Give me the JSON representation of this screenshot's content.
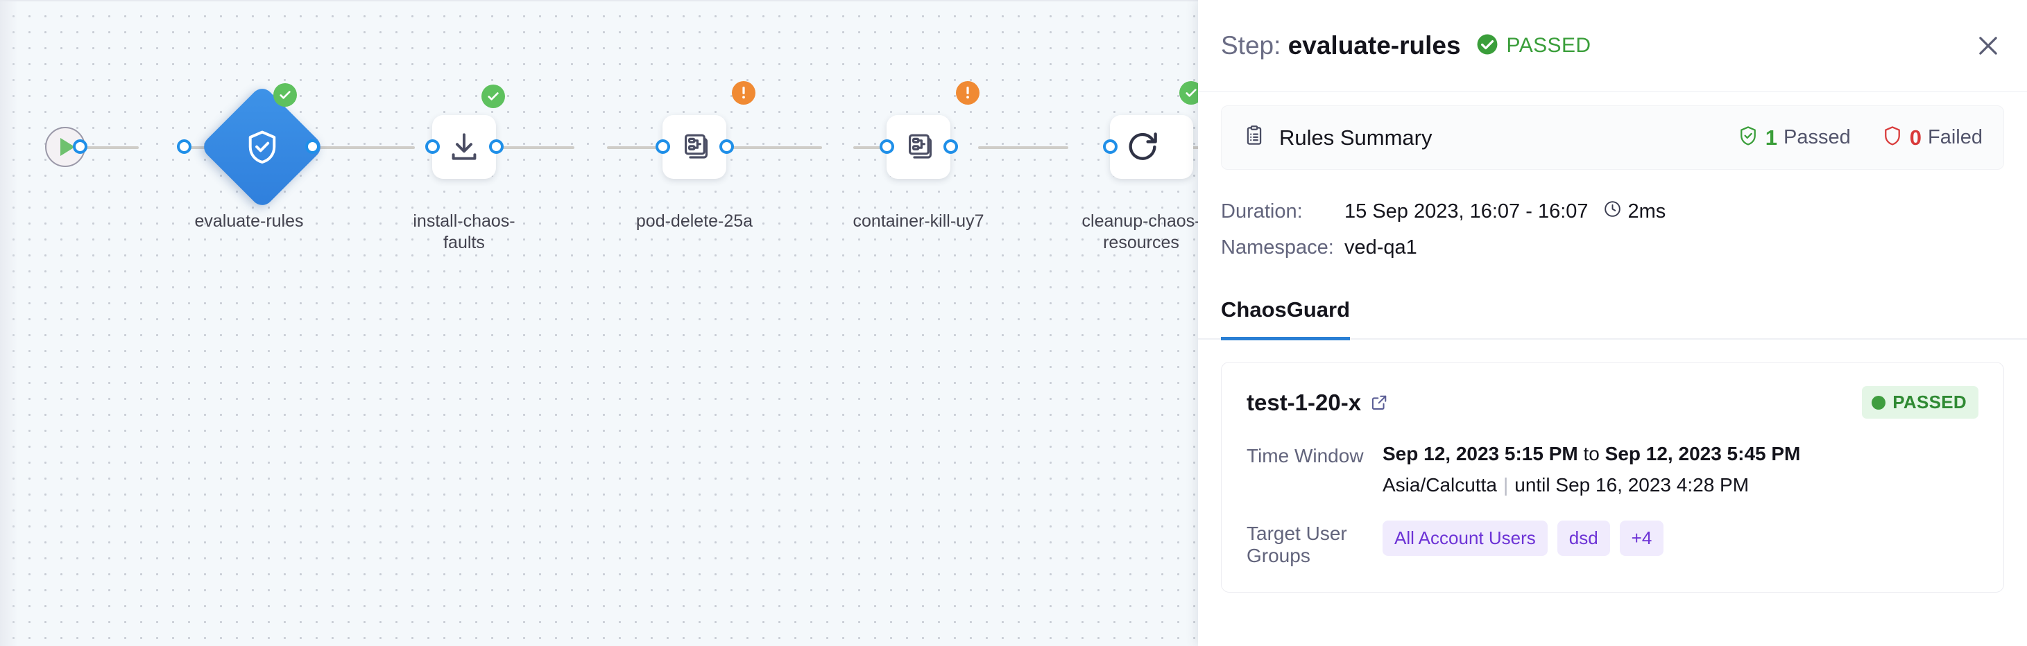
{
  "pipeline": {
    "start_node": {
      "icon": "play-icon"
    },
    "nodes": [
      {
        "label": "evaluate-rules",
        "icon": "shield-check-icon",
        "shape": "diamond",
        "status": "success",
        "badge_icon": "check-circle-icon"
      },
      {
        "label": "install-chaos-\nfaults",
        "icon": "download-icon",
        "shape": "rounded-square",
        "status": "success",
        "badge_icon": "check-circle-icon"
      },
      {
        "label": "pod-delete-25a",
        "icon": "chaos-experiment-icon",
        "shape": "rounded-square",
        "status": "warning",
        "badge_icon": "exclamation-circle-icon"
      },
      {
        "label": "container-kill-uy7",
        "icon": "chaos-experiment-icon",
        "shape": "rounded-square",
        "status": "warning",
        "badge_icon": "exclamation-circle-icon"
      },
      {
        "label": "cleanup-chaos-\nresources",
        "icon": "refresh-icon",
        "shape": "rounded-square",
        "status": "success",
        "badge_icon": "check-circle-icon"
      }
    ]
  },
  "panel": {
    "title_prefix": "Step:",
    "step_name": "evaluate-rules",
    "status_label": "PASSED",
    "status_color": "#3a9e3a",
    "close_label": "Close",
    "rules_summary": {
      "title": "Rules Summary",
      "icon": "clipboard-list-icon",
      "passed_count": "1",
      "passed_label": "Passed",
      "failed_count": "0",
      "failed_label": "Failed"
    },
    "meta": {
      "duration_key": "Duration:",
      "duration_value": "15 Sep 2023, 16:07 - 16:07",
      "duration_elapsed": "2ms",
      "namespace_key": "Namespace:",
      "namespace_value": "ved-qa1"
    },
    "tabs": [
      {
        "label": "ChaosGuard",
        "active": true
      }
    ],
    "test_card": {
      "name": "test-1-20-x",
      "external_link_icon": "external-link-icon",
      "status_label": "PASSED",
      "time_window_key": "Time Window",
      "time_window_start": "Sep 12, 2023 5:15 PM",
      "time_window_join": " to ",
      "time_window_end": "Sep 12, 2023 5:45 PM",
      "timezone": "Asia/Calcutta",
      "until_text": "until Sep 16, 2023 4:28 PM",
      "target_groups_key": "Target User Groups",
      "target_groups": [
        "All Account Users",
        "dsd",
        "+4"
      ]
    }
  },
  "colors": {
    "accent_blue": "#2a7fd4",
    "node_blue": "#3e93e8",
    "success_green": "#5ec15e",
    "warning_orange": "#f08a33",
    "chip_purple": "#6d33d6",
    "canvas_bg": "#f4f8fb"
  }
}
